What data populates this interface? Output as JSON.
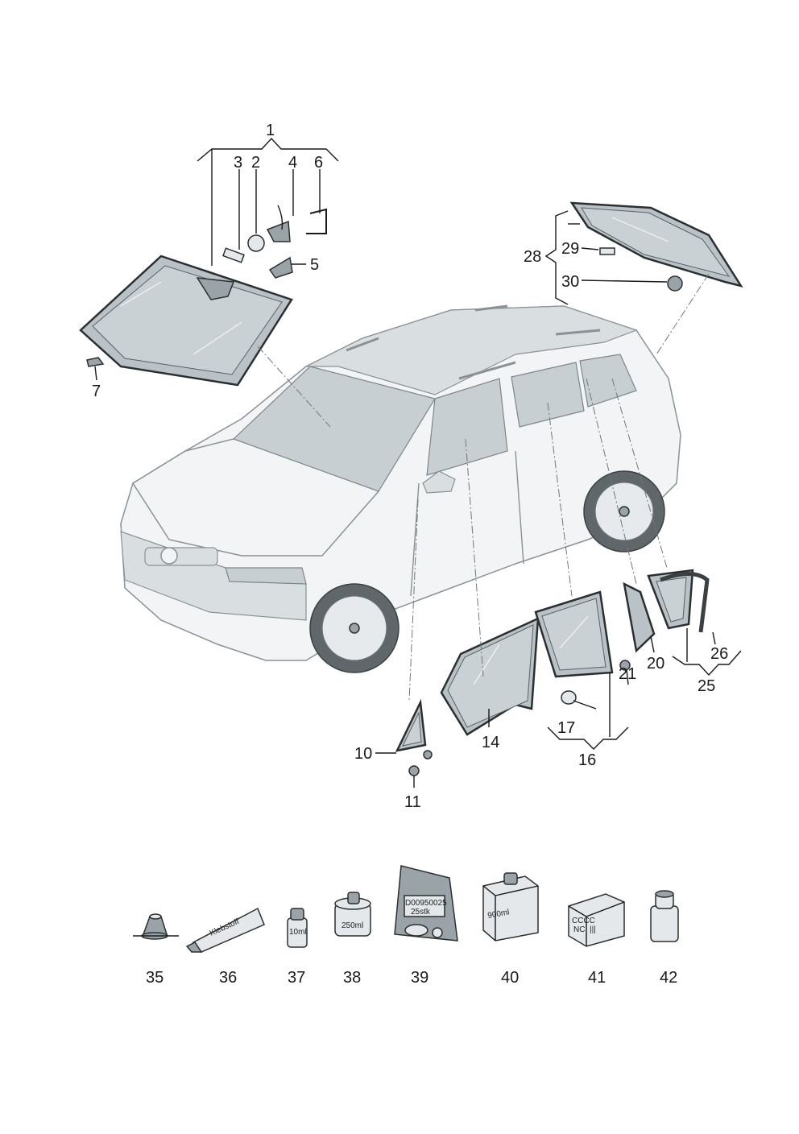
{
  "diagram": {
    "callouts": {
      "c1": "1",
      "c2": "2",
      "c3": "3",
      "c4": "4",
      "c5": "5",
      "c6": "6",
      "c7": "7",
      "c10": "10",
      "c11": "11",
      "c14": "14",
      "c16": "16",
      "c17": "17",
      "c20": "20",
      "c21": "21",
      "c25": "25",
      "c26": "26",
      "c28": "28",
      "c29": "29",
      "c30": "30",
      "c35": "35",
      "c36": "36",
      "c37": "37",
      "c38": "38",
      "c39": "39",
      "c40": "40",
      "c41": "41",
      "c42": "42"
    },
    "product_labels": {
      "tube": "Klebstoff",
      "bottle_small": "10ml",
      "can": "250ml",
      "bag_line1": "D00950025",
      "bag_line2": "25stk",
      "box_large": "900ml",
      "box_small_line1": "CCCC",
      "box_small_line2": "NC",
      "box_small_line3": "|||"
    }
  }
}
